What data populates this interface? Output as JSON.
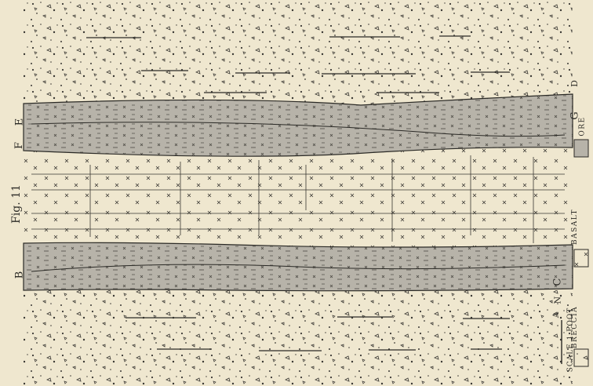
{
  "figure": {
    "caption": "Fig. 11",
    "colors": {
      "paper": "#efe7cf",
      "ink": "#2b2a26",
      "ore": "#b7b3a9"
    }
  },
  "section_letters": {
    "top_left": "E",
    "top_mid": "F",
    "top_right": "G",
    "top_right_small": "D",
    "bottom_left": "B",
    "bottom_mid": "N",
    "bottom_right": "C",
    "bottom_small": "A"
  },
  "scale": {
    "label": "SCALE",
    "value": "1 FOOT"
  },
  "legend": [
    {
      "label": "BRECCIA",
      "pattern": "breccia"
    },
    {
      "label": "BASALT",
      "pattern": "basalt"
    },
    {
      "label": "ORE",
      "pattern": "ore"
    }
  ]
}
